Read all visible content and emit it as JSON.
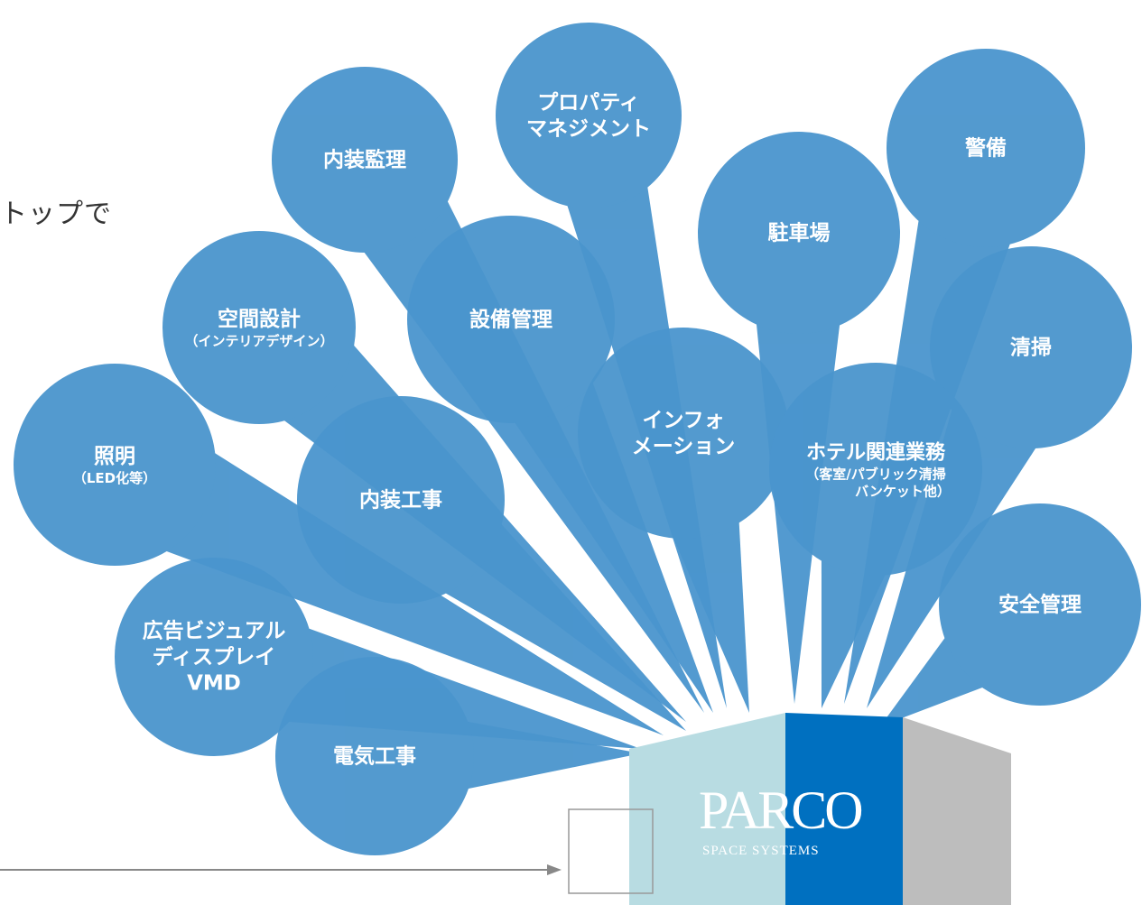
{
  "header": {
    "text": "トップで"
  },
  "logo": {
    "main": "PARCO",
    "sub": "SPACE SYSTEMS"
  },
  "colors": {
    "bubble": "#4a95cd",
    "building_front": "#b8dce2",
    "building_mid": "#0070c0",
    "building_side": "#bdbdbd",
    "bubble_text": "#ffffff"
  },
  "bubbles": [
    {
      "id": "interior-supervision",
      "lines": [
        "内装監理"
      ],
      "sub": []
    },
    {
      "id": "property-management",
      "lines": [
        "プロパティ",
        "マネジメント"
      ],
      "sub": []
    },
    {
      "id": "security",
      "lines": [
        "警備"
      ],
      "sub": []
    },
    {
      "id": "parking",
      "lines": [
        "駐車場"
      ],
      "sub": []
    },
    {
      "id": "space-design",
      "lines": [
        "空間設計"
      ],
      "sub": [
        "（インテリアデザイン）"
      ]
    },
    {
      "id": "facility-management",
      "lines": [
        "設備管理"
      ],
      "sub": []
    },
    {
      "id": "cleaning",
      "lines": [
        "清掃"
      ],
      "sub": []
    },
    {
      "id": "information",
      "lines": [
        "インフォ",
        "メーション"
      ],
      "sub": []
    },
    {
      "id": "lighting",
      "lines": [
        "照明"
      ],
      "sub": [
        "（LED化等）"
      ]
    },
    {
      "id": "interior-construction",
      "lines": [
        "内装工事"
      ],
      "sub": []
    },
    {
      "id": "hotel-services",
      "lines": [
        "ホテル関連業務"
      ],
      "sub": [
        "（客室/パブリック清掃",
        "バンケット他）"
      ]
    },
    {
      "id": "safety-management",
      "lines": [
        "安全管理"
      ],
      "sub": []
    },
    {
      "id": "advertising-vmd",
      "lines": [
        "広告ビジュアル",
        "ディスプレイ",
        "VMD"
      ],
      "sub": []
    },
    {
      "id": "electrical-work",
      "lines": [
        "電気工事"
      ],
      "sub": []
    }
  ]
}
